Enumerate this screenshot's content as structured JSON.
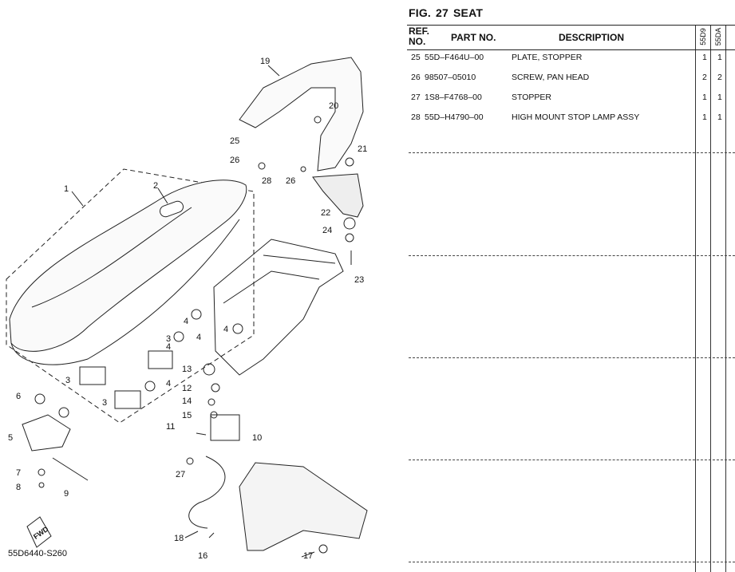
{
  "figure": {
    "fig_label": "FIG.",
    "fig_number": "27",
    "fig_name": "SEAT"
  },
  "table": {
    "headers": {
      "ref_line1": "REF.",
      "ref_line2": "NO.",
      "part_no": "PART NO.",
      "description": "DESCRIPTION",
      "model_1": "55D9",
      "model_2": "55DA"
    },
    "rows": [
      {
        "ref": "25",
        "part_no": "55D–F464U–00",
        "description": "PLATE, STOPPER",
        "qty_1": "1",
        "qty_2": "1"
      },
      {
        "ref": "26",
        "part_no": "98507–05010",
        "description": "SCREW, PAN HEAD",
        "qty_1": "2",
        "qty_2": "2"
      },
      {
        "ref": "27",
        "part_no": "1S8–F4768–00",
        "description": "STOPPER",
        "qty_1": "1",
        "qty_2": "1"
      },
      {
        "ref": "28",
        "part_no": "55D–H4790–00",
        "description": "HIGH MOUNT STOP LAMP ASSY",
        "qty_1": "1",
        "qty_2": "1"
      }
    ]
  },
  "diagram": {
    "code": "55D6440-S260",
    "fwd_label": "FWD",
    "callouts": [
      "1",
      "2",
      "3",
      "3",
      "3",
      "4",
      "4",
      "4",
      "4",
      "4",
      "5",
      "6",
      "7",
      "8",
      "9",
      "10",
      "11",
      "12",
      "13",
      "14",
      "15",
      "16",
      "17",
      "18",
      "19",
      "20",
      "21",
      "22",
      "23",
      "24",
      "25",
      "26",
      "26",
      "27",
      "28"
    ]
  }
}
